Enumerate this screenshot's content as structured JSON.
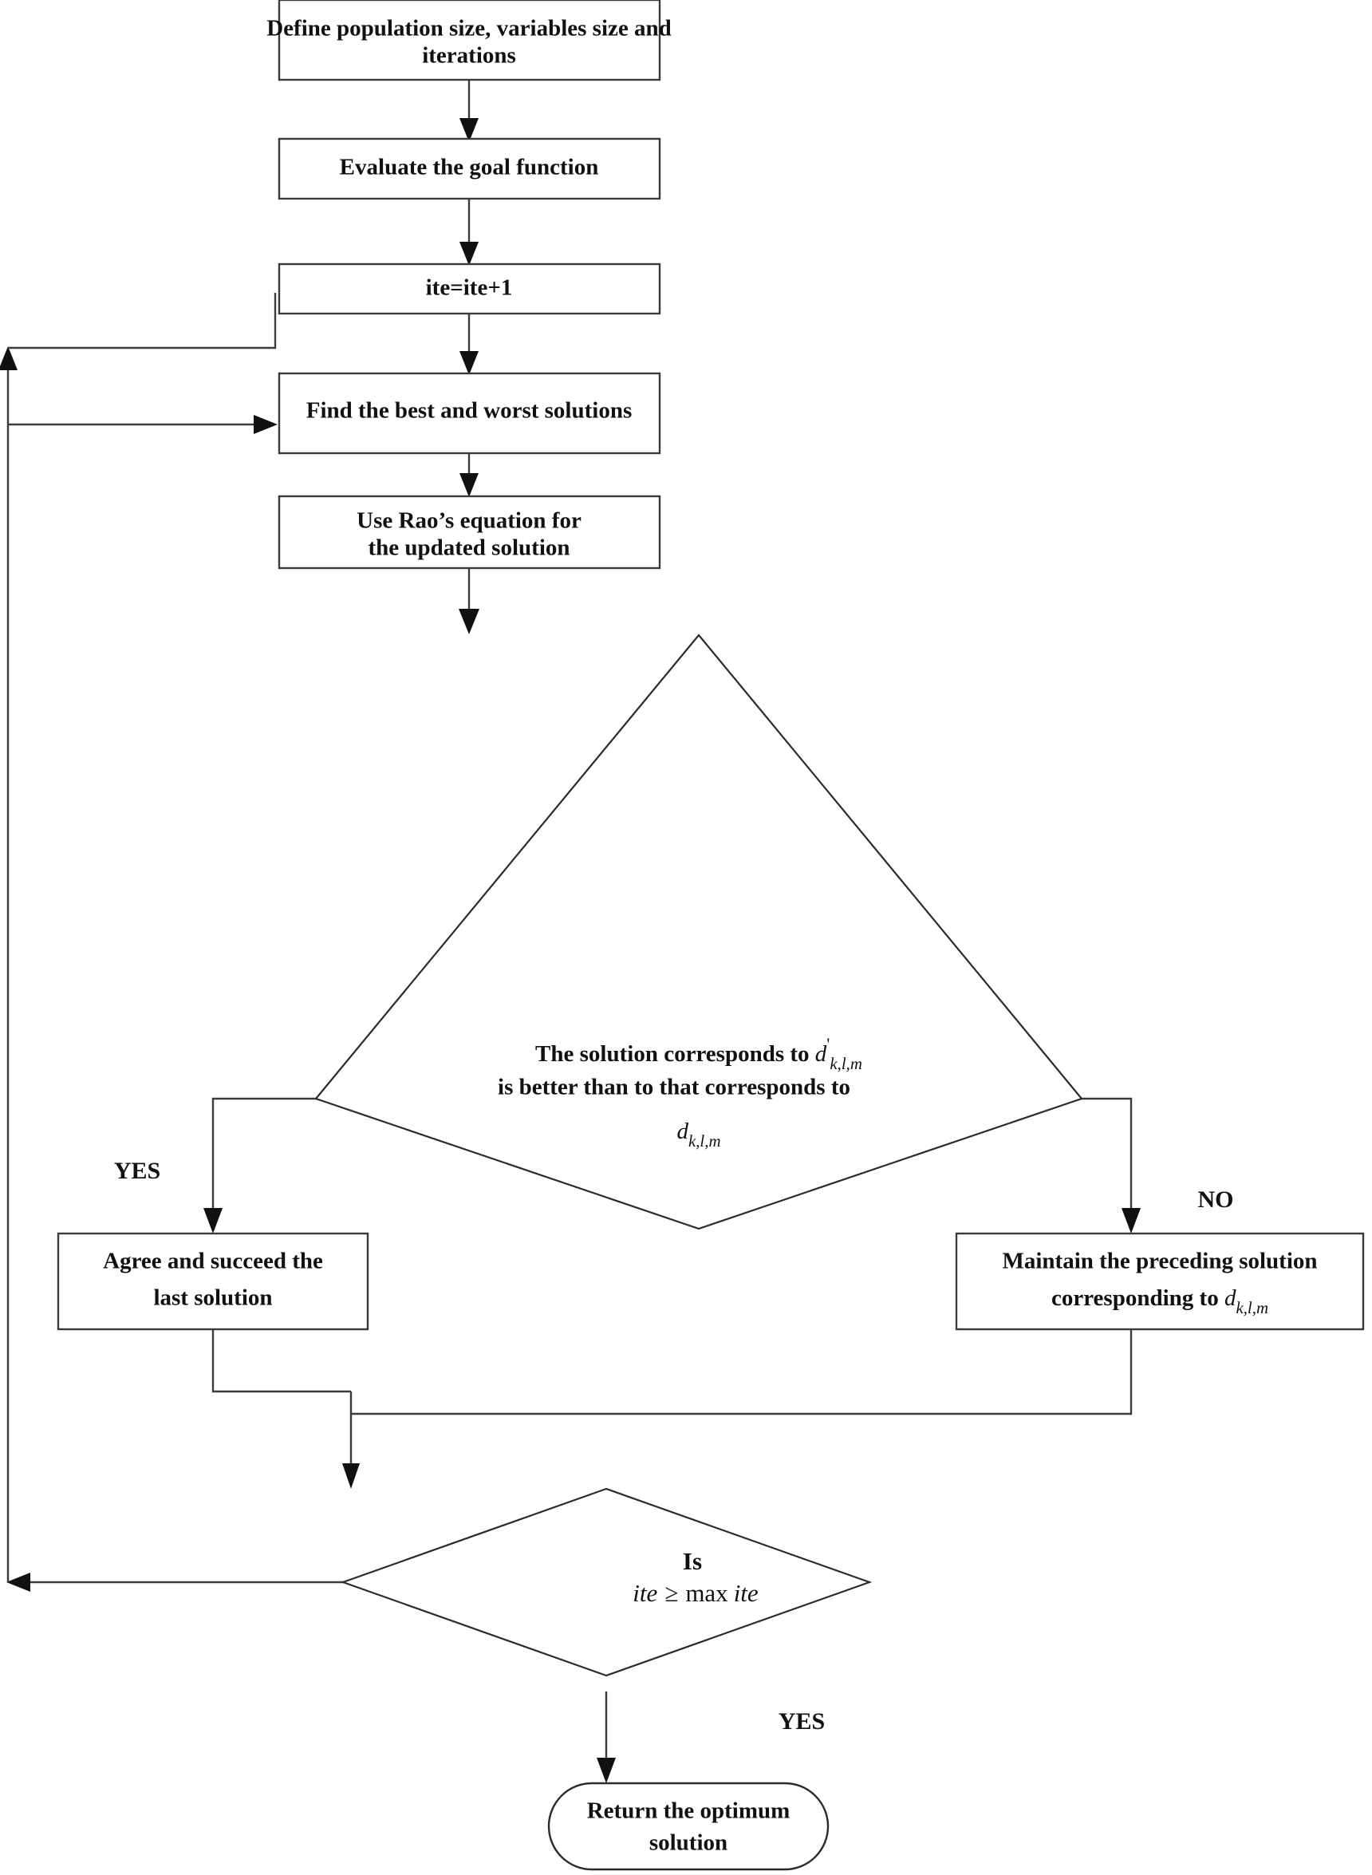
{
  "diagram": {
    "title": "Rao algorithm optimization flowchart",
    "colors": {
      "stroke": "#3b3b3b",
      "arrow": "#111111",
      "text": "#111111",
      "background": "#ffffff"
    },
    "nodes": {
      "define": {
        "shape": "process",
        "line1": "Define population size, variables size and",
        "line2": "iterations"
      },
      "evaluate": {
        "shape": "process",
        "line1": "Evaluate the goal function"
      },
      "increment": {
        "shape": "process",
        "line1": "ite=ite+1"
      },
      "find_best_worst": {
        "shape": "process",
        "line1": "Find the best and worst solutions"
      },
      "rao_equation": {
        "shape": "process",
        "line1": "Use Rao’s equation for",
        "line2": "the updated solution"
      },
      "compare_decision": {
        "shape": "decision",
        "line1_pre": "The solution corresponds to ",
        "line1_var": "d",
        "line1_prime": "'",
        "line1_sub": "k,l,m",
        "line2": "is better than to that corresponds to",
        "line3_var": "d",
        "line3_sub": "k,l,m"
      },
      "accept": {
        "shape": "process",
        "line1": "Agree and succeed the",
        "line2": "last solution"
      },
      "maintain": {
        "shape": "process",
        "line1": "Maintain the preceding solution",
        "line2_pre": "corresponding to ",
        "line2_var": "d",
        "line2_sub": "k,l,m"
      },
      "termination_decision": {
        "shape": "decision",
        "line1": "Is",
        "line2_left": "ite",
        "line2_op": "≥",
        "line2_max": "max",
        "line2_right": "ite"
      },
      "return": {
        "shape": "terminal",
        "line1": "Return the optimum",
        "line2": "solution"
      }
    },
    "edge_labels": {
      "compare_yes": "YES",
      "compare_no": "NO",
      "termination_yes": "YES"
    }
  }
}
